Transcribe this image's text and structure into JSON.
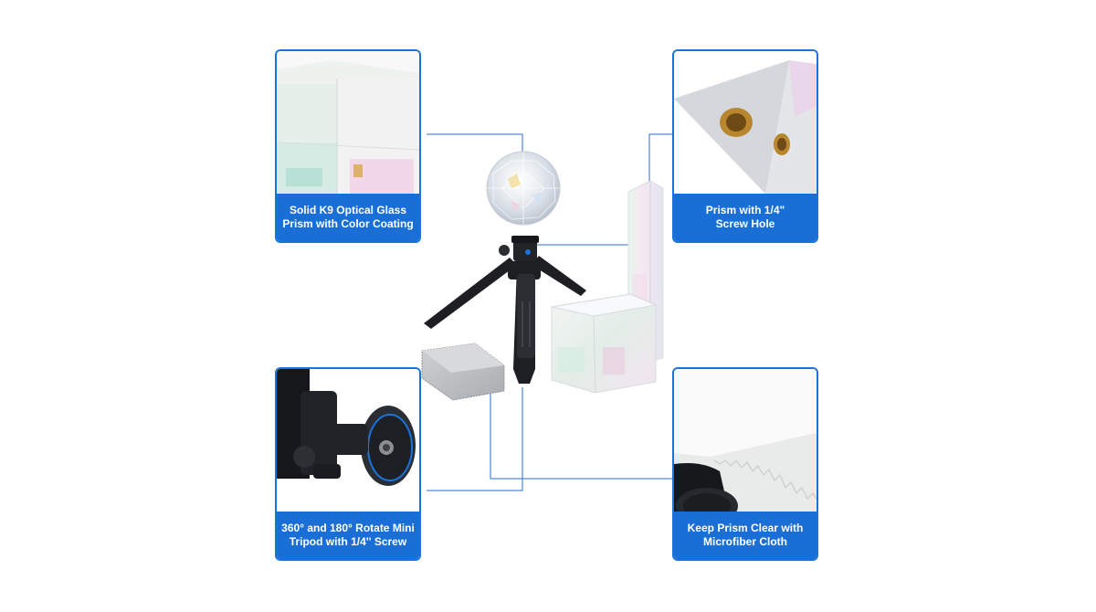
{
  "cards": {
    "top_left": {
      "line1": "Solid K9 Optical Glass",
      "line2": "Prism with Color Coating",
      "icon": "glass-cube-photo"
    },
    "top_right": {
      "line1": "Prism with 1/4\"",
      "line2": "Screw Hole",
      "icon": "prism-screw-hole-photo"
    },
    "bottom_left": {
      "line1": "360° and 180° Rotate Mini",
      "line2": "Tripod with 1/4'' Screw",
      "icon": "tripod-head-photo"
    },
    "bottom_right": {
      "line1": "Keep Prism Clear with",
      "line2": "Microfiber Cloth",
      "icon": "microfiber-cloth-photo"
    }
  },
  "colors": {
    "accent": "#1a6fd6",
    "border": "#1a73d9",
    "line": "#2a6fd0"
  }
}
